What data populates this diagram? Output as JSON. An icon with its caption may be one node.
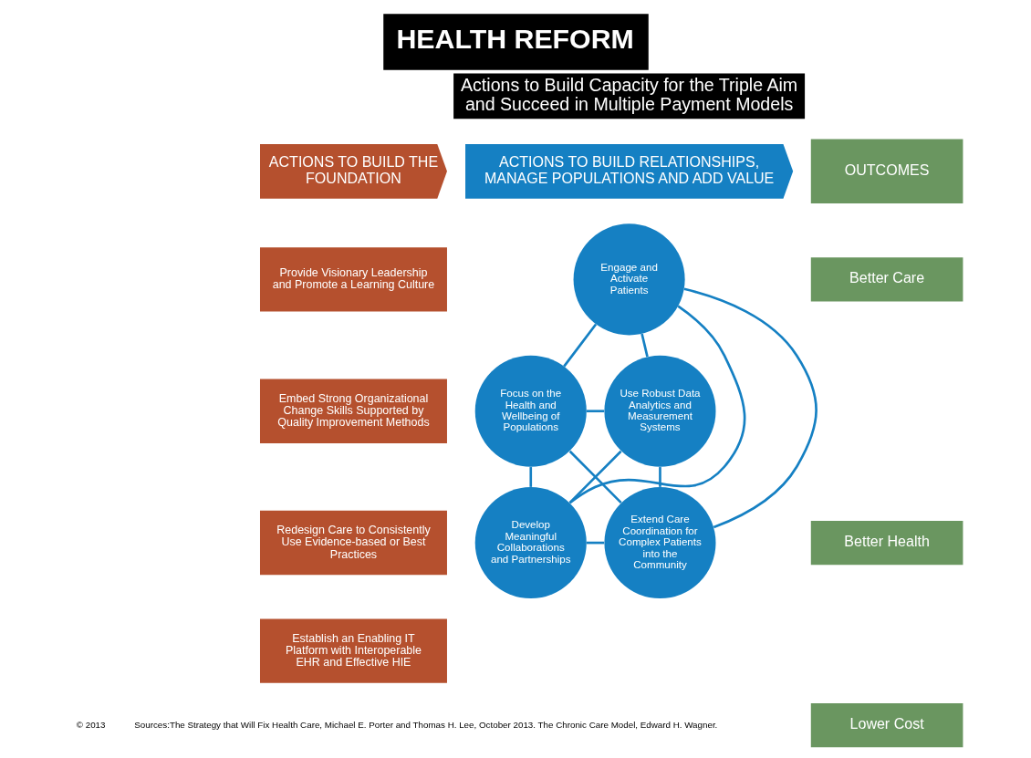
{
  "diagram": {
    "title": "HEALTH REFORM",
    "nodes": [
      {
        "text": [
          "ACTIONS TO BUILD THE FOUNDATION"
        ]
      },
      {
        "text": [
          "ACTIONS TO BUILD RELATIONSHIPS, MANAGE POPULATIONS AND ADD VALUE"
        ]
      },
      {
        "text": [
          "OUTCOMES"
        ]
      },
      {
        "text": [
          "Provide Visionary Leadership and Promote a Learning Culture"
        ]
      },
      {
        "text": [
          "Embed Strong Organizational Change Skills Supported by Quality Improvement Methods"
        ]
      },
      {
        "text": [
          "Redesign Care to Consistently Use Evidence-based or Best Practices"
        ]
      },
      {
        "text": [
          "Establish an Enabling IT Platform with Interoperable EHR and Effective HIE"
        ]
      },
      {
        "text": [
          "Engage and Activate Patients"
        ]
      },
      {
        "text": [
          "Focus on the Health and Wellbeing of Populations"
        ]
      },
      {
        "text": [
          "Use Robust Data Analytics and Measurement Systems"
        ]
      },
      {
        "text": [
          "Develop Meaningful Collaborations and Partnerships"
        ]
      },
      {
        "text": [
          "Extend Care Coordination for Complex Patients into the Community"
        ]
      },
      {
        "text": [
          "Better Care"
        ]
      },
      {
        "text": [
          "Better Health"
        ]
      },
      {
        "text": [
          "Lower Cost"
        ]
      }
    ],
    "edges": [
      {
        "from": 7,
        "to": 8,
        "arrow": "none"
      },
      {
        "from": 7,
        "to": 9,
        "arrow": "none"
      },
      {
        "from": 8,
        "to": 10,
        "arrow": "none"
      },
      {
        "from": 9,
        "to": 11,
        "arrow": "none"
      },
      {
        "from": 10,
        "to": 11,
        "arrow": "none"
      },
      {
        "from": 7,
        "to": 10,
        "arrow": "none"
      },
      {
        "from": 7,
        "to": 11,
        "arrow": "none"
      },
      {
        "from": 8,
        "to": 9,
        "arrow": "none"
      },
      {
        "from": 8,
        "to": 11,
        "arrow": "none"
      },
      {
        "from": 9,
        "to": 10,
        "arrow": "none"
      }
    ],
    "labels": [
      "Actions to Build Capacity for the Triple Aim and Succeed in Multiple Payment Models",
      "© 2013",
      "Sources:The Strategy that Will Fix Health Care, Michael E. Porter and Thomas H. Lee, October 2013. The Chronic Care Model, Edward H. Wagner."
    ]
  }
}
